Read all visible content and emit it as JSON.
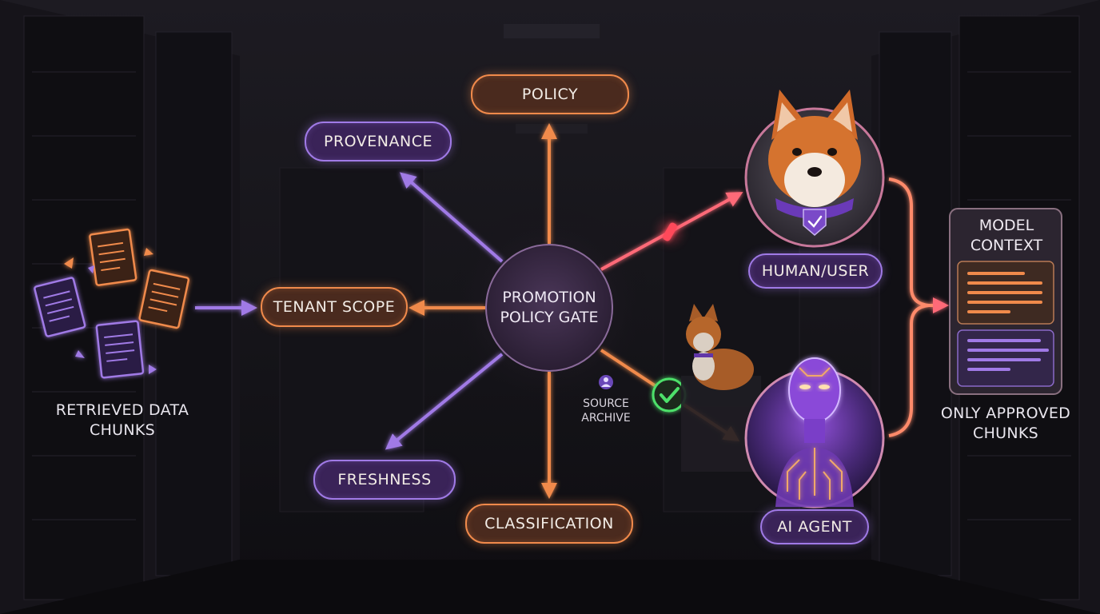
{
  "gate": {
    "line1": "PROMOTION",
    "line2": "POLICY GATE"
  },
  "checks": {
    "policy": "POLICY",
    "provenance": "PROVENANCE",
    "tenant_scope": "TENANT SCOPE",
    "freshness": "FRESHNESS",
    "classification": "CLASSIFICATION"
  },
  "source": {
    "line1": "RETRIEVED DATA",
    "line2": "CHUNKS"
  },
  "source_archive": {
    "line1": "SOURCE",
    "line2": "ARCHIVE"
  },
  "recipients": {
    "human": "HUMAN/USER",
    "agent": "AI AGENT"
  },
  "context": {
    "title_line1": "MODEL",
    "title_line2": "CONTEXT",
    "caption_line1": "ONLY APPROVED",
    "caption_line2": "CHUNKS"
  },
  "colors": {
    "orange": "#f08a4b",
    "purple": "#a07ae6",
    "blocked_red": "#ff4a5a",
    "approved_green": "#4ee06a",
    "background": "#121015"
  },
  "icons": {
    "blocked": "red-blocked-marker-icon",
    "approved": "green-check-icon",
    "documents": "document-stack-icon",
    "archive": "user-badge-icon"
  }
}
